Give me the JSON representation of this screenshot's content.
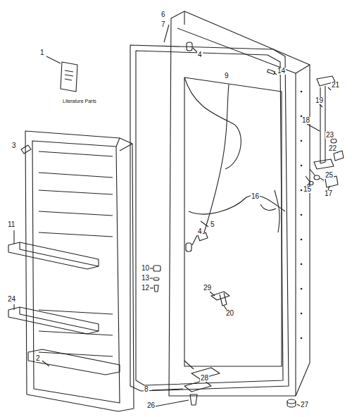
{
  "diagram": {
    "labels": [
      "1",
      "Literature Parts",
      "6",
      "7",
      "4",
      "14",
      "21",
      "19",
      "18",
      "23",
      "22",
      "25",
      "15",
      "17",
      "16",
      "5",
      "9",
      "4",
      "3",
      "11",
      "10",
      "13",
      "12",
      "29",
      "20",
      "24",
      "2",
      "28",
      "8",
      "26",
      "27"
    ]
  }
}
